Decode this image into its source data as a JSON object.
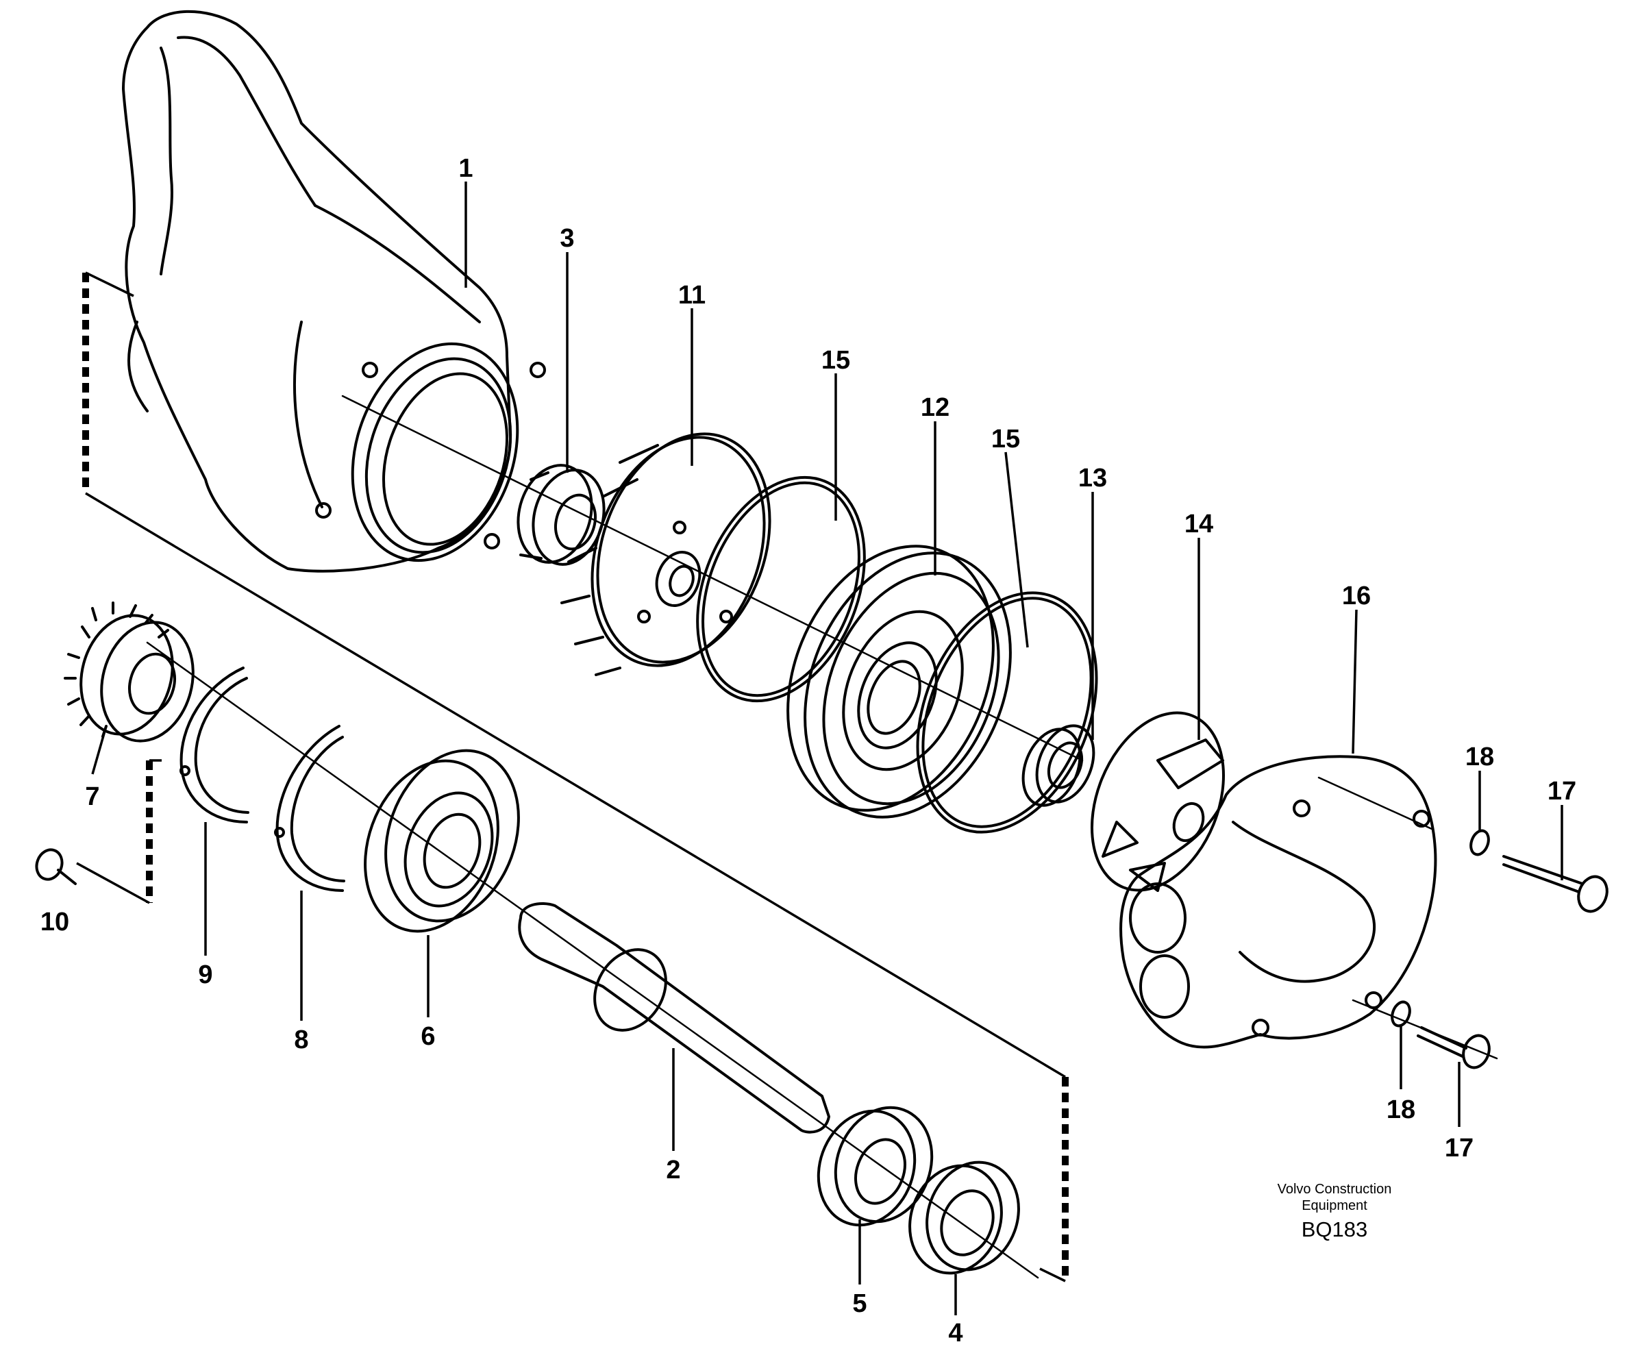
{
  "labels": {
    "p1": "1",
    "p2": "2",
    "p3": "3",
    "p4": "4",
    "p5": "5",
    "p6": "6",
    "p7": "7",
    "p8": "8",
    "p9": "9",
    "p10": "10",
    "p11": "11",
    "p12": "12",
    "p13": "13",
    "p14": "14",
    "p15": "15",
    "p16": "16",
    "p17": "17",
    "p18": "18"
  },
  "caption": {
    "line1": "Volvo Construction",
    "line2": "Equipment",
    "code": "BQ183"
  }
}
